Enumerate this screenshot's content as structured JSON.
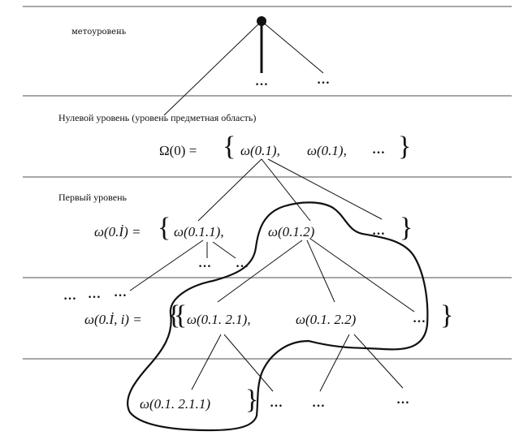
{
  "levels": {
    "meta": "метоуровень",
    "zero": "Нулевой уровень (уровень предметная область)",
    "first": "Первый уровень"
  },
  "formulas": {
    "omega0_lhs": "Ω(0) =",
    "w01a": "ω(0.1),",
    "w01b": "ω(0.1),",
    "w011": "ω(0.1.1),",
    "w012": "ω(0.1.2)",
    "w0I_lhs": "ω(0.İ) =",
    "w0Ii_lhs": "ω(0.İ, i) =",
    "w0121": "ω(0.1. 2.1),",
    "w0122": "ω(0.1. 2.2)",
    "w01211": "ω(0.1. 2.1.1)"
  },
  "symbols": {
    "ellipsis": "...",
    "ellipsis_bold": "…",
    "brace_open": "{",
    "brace_close": "}"
  },
  "colors": {
    "ink": "#111111",
    "rule": "#8a8a8a"
  }
}
